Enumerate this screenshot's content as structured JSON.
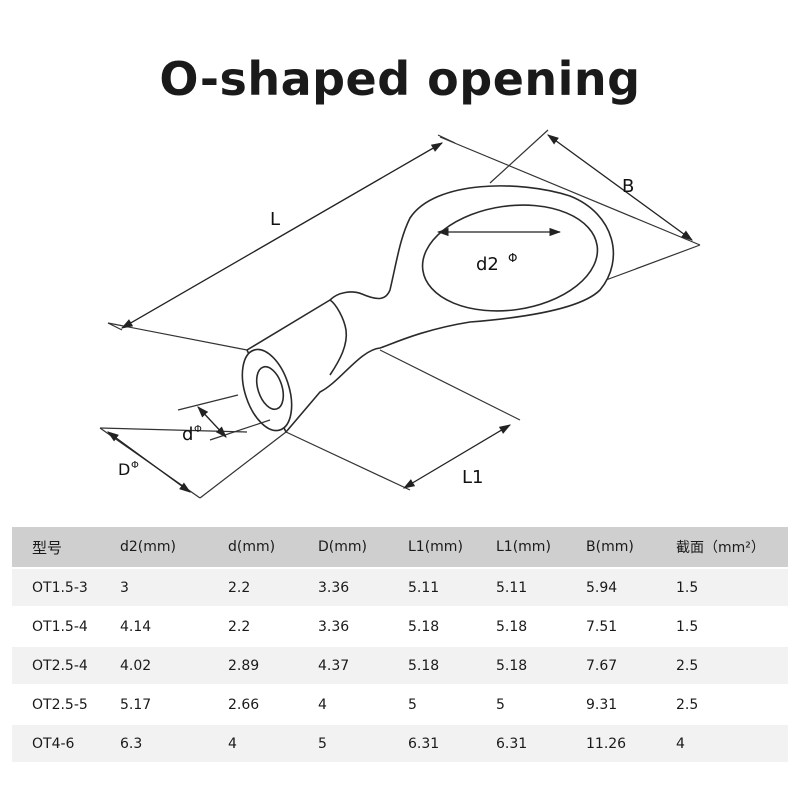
{
  "title": "O-shaped opening",
  "diagram": {
    "labels": {
      "L": "L",
      "B": "B",
      "d2": "d2",
      "d": "d",
      "D": "D",
      "L1": "L1",
      "diameter_symbol": "Φ"
    }
  },
  "table": {
    "headers": [
      "型号",
      "d2(mm)",
      "d(mm)",
      "D(mm)",
      "L1(mm)",
      "L1(mm)",
      "B(mm)",
      "截面（mm²）"
    ],
    "rows": [
      [
        "OT1.5-3",
        "3",
        "2.2",
        "3.36",
        "5.11",
        "5.11",
        "5.94",
        "1.5"
      ],
      [
        "OT1.5-4",
        "4.14",
        "2.2",
        "3.36",
        "5.18",
        "5.18",
        "7.51",
        "1.5"
      ],
      [
        "OT2.5-4",
        "4.02",
        "2.89",
        "4.37",
        "5.18",
        "5.18",
        "7.67",
        "2.5"
      ],
      [
        "OT2.5-5",
        "5.17",
        "2.66",
        "4",
        "5",
        "5",
        "9.31",
        "2.5"
      ],
      [
        "OT4-6",
        "6.3",
        "4",
        "5",
        "6.31",
        "6.31",
        "11.26",
        "4"
      ]
    ]
  }
}
